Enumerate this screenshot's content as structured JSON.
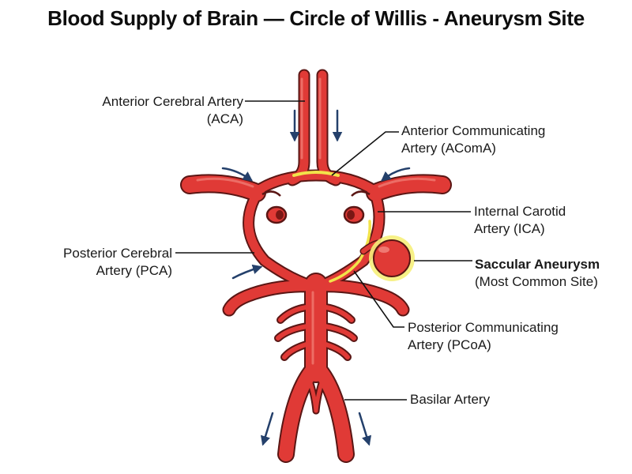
{
  "title": "Blood Supply of Brain — Circle of Willis - Aneurysm Site",
  "labels": {
    "aca": {
      "line1": "Anterior Cerebral Artery",
      "line2": "(ACA)"
    },
    "acoma": {
      "line1": "Anterior Communicating",
      "line2": "Artery (AComA)"
    },
    "ica": {
      "line1": "Internal Carotid",
      "line2": "Artery (ICA)"
    },
    "pca": {
      "line1": "Posterior Cerebral",
      "line2": "Artery (PCA)"
    },
    "aneurysm": {
      "line1": "Saccular Aneurysm",
      "line2": "(Most Common Site)"
    },
    "pcoa": {
      "line1": "Posterior Communicating",
      "line2": "Artery (PCoA)"
    },
    "basilar": {
      "line1": "Basilar Artery"
    }
  },
  "colors": {
    "artery": "#e03a36",
    "artery_outline": "#5a1614",
    "highlight": "#f2e34a",
    "aneurysm_glow": "#f6ef7a",
    "arrow": "#24406b",
    "leader": "#111111"
  }
}
